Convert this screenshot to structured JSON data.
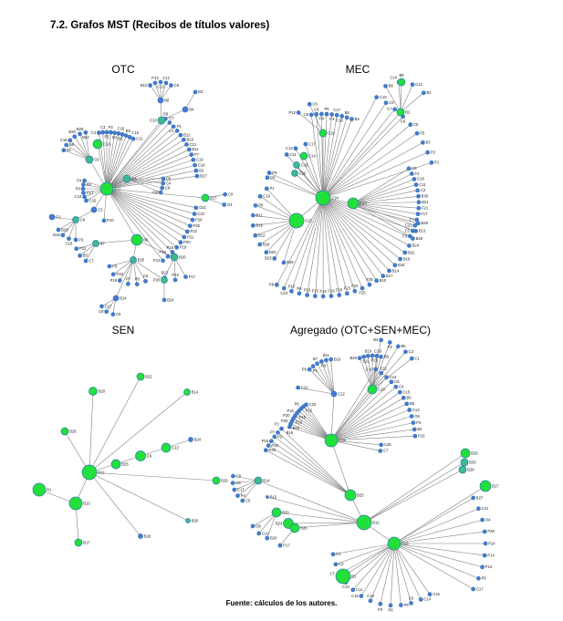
{
  "heading": "7.2.  Grafos MST (Recibos de títulos valores)",
  "footer": "Fuente: cálculos de los autores.",
  "colors": {
    "hub": "#22e03a",
    "mid": "#3dbb8c",
    "leaf": "#4a78d8",
    "stroke": "#2f78b0",
    "edge": "#808080"
  },
  "graphs": {
    "otc": {
      "title": "OTC",
      "links": [
        [
          "B12",
          "C10"
        ],
        [
          "C10",
          "B8"
        ],
        [
          "C10",
          "B4"
        ],
        [
          "B12",
          "C14"
        ],
        [
          "B12",
          "C9"
        ],
        [
          "B12",
          "C6"
        ],
        [
          "B12",
          "B6"
        ],
        [
          "B6",
          "B25"
        ],
        [
          "B6",
          "B7"
        ],
        [
          "B6",
          "B26"
        ],
        [
          "B12",
          "C5"
        ],
        [
          "C5",
          "C8"
        ],
        [
          "C8",
          "C2"
        ],
        [
          "B25",
          "P26"
        ],
        [
          "B25",
          "B14"
        ],
        [
          "B12",
          "B17"
        ]
      ],
      "groups": [
        {
          "hub": "B12",
          "leaves": [
            "C4",
            "C3",
            "P5",
            "P2",
            "B1",
            "C16",
            "B3",
            "B5",
            "C15",
            "C11"
          ]
        },
        {
          "hub": "B12",
          "leaves": [
            "O8",
            "C7",
            "C2",
            "P1",
            "B12",
            "B15",
            "C21",
            "B11",
            "P7",
            "C19",
            "C18",
            "B2",
            "B27"
          ]
        },
        {
          "hub": "B12",
          "leaves": [
            "O21",
            "C22",
            "P26",
            "P25",
            "P23",
            "P21",
            "P20",
            "P19",
            "P16",
            "P18",
            "P14"
          ]
        },
        {
          "hub": "B12",
          "leaves": [
            "C16",
            "C14",
            "C17",
            "P6",
            "P9",
            "P4"
          ]
        },
        {
          "hub": "B12",
          "leaves": [
            "P10"
          ]
        },
        {
          "hub": "C9",
          "leaves": [
            "B1",
            "B6",
            "C18",
            "B20",
            "B25",
            "B22"
          ]
        },
        {
          "hub": "B8",
          "leaves": [
            "B10",
            "P13",
            "C13",
            "C12",
            "C8"
          ]
        },
        {
          "hub": "B4",
          "leaves": [
            "B3"
          ]
        },
        {
          "hub": "C6",
          "leaves": [
            "P8",
            "C4",
            "C9",
            "O9"
          ]
        },
        {
          "hub": "C8",
          "leaves": [
            "P3",
            "C18",
            "B18",
            "B26"
          ]
        },
        {
          "hub": "B7",
          "leaves": [
            "C7",
            "B3",
            "P12"
          ]
        },
        {
          "hub": "B25",
          "leaves": [
            "P8",
            "P9",
            "P7",
            "P19",
            "P18",
            "P3"
          ]
        },
        {
          "hub": "B26",
          "leaves": [
            "P17",
            "P23",
            "B22"
          ]
        },
        {
          "hub": "B14",
          "leaves": [
            "C6",
            "C8",
            "C17"
          ]
        },
        {
          "hub": "P26",
          "leaves": [
            "B24"
          ]
        },
        {
          "hub": "B17",
          "leaves": [
            "C9",
            "O4"
          ]
        }
      ]
    },
    "mec": {
      "title": "MEC",
      "links": [
        [
          "C24",
          "C22"
        ],
        [
          "C24",
          "C13"
        ],
        [
          "C24",
          "C10"
        ],
        [
          "C24",
          "B2"
        ],
        [
          "B2",
          "B9"
        ],
        [
          "C24",
          "C14"
        ],
        [
          "C24",
          "C18"
        ],
        [
          "C24",
          "C20"
        ]
      ],
      "groups": [
        {
          "hub": "C24",
          "leaves": [
            "C5",
            "C4",
            "P4",
            "P5",
            "F4",
            "C17",
            "C16",
            "B8",
            "B5"
          ]
        },
        {
          "hub": "C24",
          "leaves": [
            "C10",
            "C9",
            "C7",
            "C6",
            "C5",
            "P5",
            "B3",
            "P2",
            "P1"
          ]
        },
        {
          "hub": "C24",
          "leaves": [
            "C11",
            "C12",
            "C17"
          ]
        },
        {
          "hub": "C24",
          "leaves": [
            "B28",
            "B13",
            "B25",
            "B24",
            "B22",
            "B19",
            "B16",
            "B14",
            "B17",
            "B10",
            "F28",
            "F25",
            "F24",
            "F23",
            "F20",
            "F19",
            "F16",
            "F15",
            "P13",
            "P6",
            "P10",
            "C23",
            "P8"
          ]
        },
        {
          "hub": "C13",
          "leaves": [
            "C6",
            "F3",
            "C18",
            "C11",
            "C3",
            "B30",
            "B21",
            "F21",
            "F17",
            "F7",
            "C21",
            "C1",
            "F2"
          ]
        },
        {
          "hub": "C22",
          "leaves": [
            "P1",
            "C19",
            "P8",
            "B11",
            "B15",
            "B12",
            "B18",
            "B20",
            "B23",
            "B29"
          ]
        },
        {
          "hub": "C24",
          "leaves": [
            "P9",
            "C8"
          ]
        },
        {
          "hub": "B2",
          "leaves": [
            "B6",
            "C14",
            "C12",
            "B1"
          ]
        },
        {
          "hub": "C10",
          "leaves": [
            "P12",
            "C8"
          ]
        }
      ]
    },
    "sen": {
      "title": "SEN",
      "links": [
        [
          "B1",
          "B13"
        ],
        [
          "B13",
          "B12"
        ],
        [
          "B13",
          "B17"
        ],
        [
          "B12",
          "B25"
        ],
        [
          "B25",
          "C6"
        ],
        [
          "C6",
          "C13"
        ],
        [
          "C13",
          "B24"
        ],
        [
          "B12",
          "B20"
        ],
        [
          "B12",
          "B22"
        ],
        [
          "B12",
          "B14"
        ],
        [
          "B12",
          "B26"
        ],
        [
          "B12",
          "B29"
        ],
        [
          "B12",
          "B30"
        ],
        [
          "B12",
          "B28"
        ]
      ],
      "groups": []
    },
    "agg": {
      "title": "Agregado (OTC+SEN+MEC)",
      "links": [
        [
          "C24",
          "B25"
        ],
        [
          "B25",
          "B12"
        ],
        [
          "B12",
          "B13"
        ],
        [
          "C24",
          "C22"
        ],
        [
          "C24",
          "C10"
        ],
        [
          "B12",
          "B14"
        ],
        [
          "B12",
          "B20"
        ],
        [
          "B12",
          "B23"
        ],
        [
          "B12",
          "B26"
        ],
        [
          "B12",
          "B29"
        ],
        [
          "B12",
          "B30"
        ],
        [
          "B12",
          "B28"
        ],
        [
          "B12",
          "B15"
        ],
        [
          "B13",
          "B17"
        ],
        [
          "B13",
          "B1"
        ]
      ],
      "groups": [
        {
          "hub": "C24",
          "leaves": [
            "C20",
            "P12",
            "P6",
            "P16",
            "P19",
            "P20",
            "P23",
            "P25",
            "B10",
            "B18"
          ]
        },
        {
          "hub": "C24",
          "leaves": [
            "C10",
            "C11",
            "C12",
            "C9",
            "C4",
            "C15",
            "B5",
            "B6",
            "C13",
            "O6",
            "P3",
            "B3",
            "P10"
          ]
        },
        {
          "hub": "C24",
          "leaves": [
            "C26",
            "C7"
          ]
        },
        {
          "hub": "C22",
          "leaves": [
            "B18",
            "B11",
            "P6",
            "B7",
            "P1",
            "P8"
          ]
        },
        {
          "hub": "C22",
          "leaves": [
            "C21"
          ]
        },
        {
          "hub": "C10",
          "leaves": [
            "B29",
            "B21",
            "B19",
            "C19",
            "P21",
            "B8"
          ]
        },
        {
          "hub": "C10",
          "leaves": [
            "B4",
            "P2",
            "B5",
            "C3",
            "C1"
          ]
        },
        {
          "hub": "B25",
          "leaves": [
            "P1",
            "P2",
            "P7",
            "P15",
            "P18",
            "P26"
          ]
        },
        {
          "hub": "B14",
          "leaves": [
            "C8",
            "C6",
            "C17",
            "P4",
            "C5"
          ]
        },
        {
          "hub": "B20",
          "leaves": [
            "O8",
            "C12",
            "B20"
          ]
        },
        {
          "hub": "B26",
          "leaves": [
            "P17"
          ]
        },
        {
          "hub": "B13",
          "leaves": [
            "B27",
            "C21",
            "O4",
            "P26",
            "P24",
            "P14",
            "P13",
            "P8",
            "C17"
          ]
        },
        {
          "hub": "B13",
          "leaves": [
            "C15",
            "C14",
            "C3",
            "P5",
            "P6",
            "P3",
            "C18",
            "C16",
            "C11",
            "C10",
            "C7",
            "C2",
            "C1"
          ]
        }
      ]
    }
  }
}
